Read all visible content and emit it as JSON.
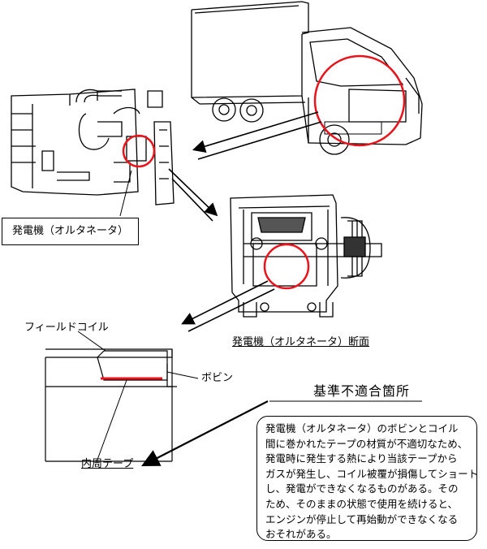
{
  "labels": {
    "alternator": "発電機（オルタネータ）",
    "alternator_section": "発電機（オルタネータ）断面",
    "field_coil": "フィールドコイル",
    "bobbin": "ボビン",
    "inner_tape": "内周テープ"
  },
  "defect": {
    "title": "基準不適合箇所",
    "lines": [
      "発電機（オルタネータ）のボビンとコイル",
      "間に巻かれたテープの材質が不適切なため、",
      "発電時に発生する熱により当該テープから",
      "ガスが発生し、コイル被覆が損傷してショート",
      "し、発電ができなくなるものがある。その",
      "ため、そのままの状態で使用を続けると、",
      "エンジンが停止して再始動ができなくなる",
      "おそれがある。"
    ]
  },
  "colors": {
    "highlight_circle": "#e8141c",
    "tape_line": "#e8141c",
    "line_art": "#000000"
  }
}
